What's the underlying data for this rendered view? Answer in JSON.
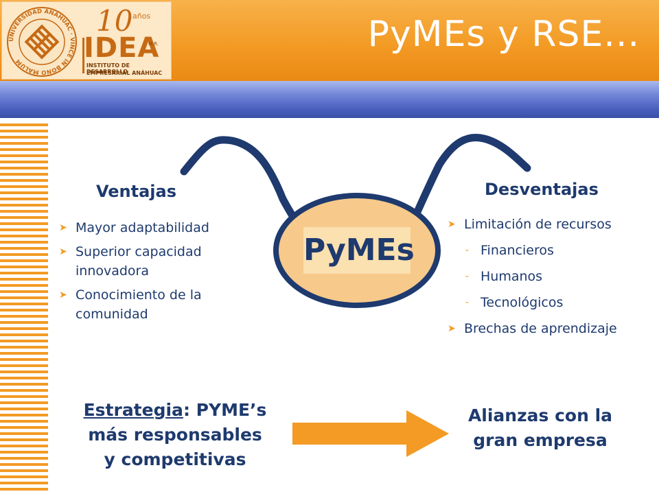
{
  "header": {
    "title": "PyMEs y RSE...",
    "logo": {
      "seal_text": "UNIVERSIDAD ANÁHUAC · VINCE IN BONO MALUM",
      "anniversary": "10",
      "anos": "años",
      "brand": "IDEA",
      "mr": "M.R.",
      "sub_line1": "INSTITUTO DE DESARROLLO",
      "sub_line2": "EMPRESARIAL ANÁHUAC"
    }
  },
  "center": {
    "label": "PyMEs"
  },
  "ventajas": {
    "heading": "Ventajas",
    "items": [
      "Mayor adaptabilidad",
      "Superior capacidad innovadora",
      "Conocimiento de la comunidad"
    ]
  },
  "desventajas": {
    "heading": "Desventajas",
    "items": [
      "Limitación de recursos",
      "Brechas de aprendizaje"
    ],
    "sub_items": [
      "Financieros",
      "Humanos",
      "Tecnológicos"
    ]
  },
  "strategy": {
    "underlined": "Estrategia",
    "rest_line1": ": PYME’s",
    "line2": "más responsables",
    "line3": "y competitivas"
  },
  "alliances": {
    "line1": "Alianzas con la",
    "line2": "gran empresa"
  },
  "colors": {
    "orange": "#f39b25",
    "navy": "#1e3a6e",
    "blue_band": "#4a60bf",
    "ellipse_fill": "#f7c98a"
  }
}
